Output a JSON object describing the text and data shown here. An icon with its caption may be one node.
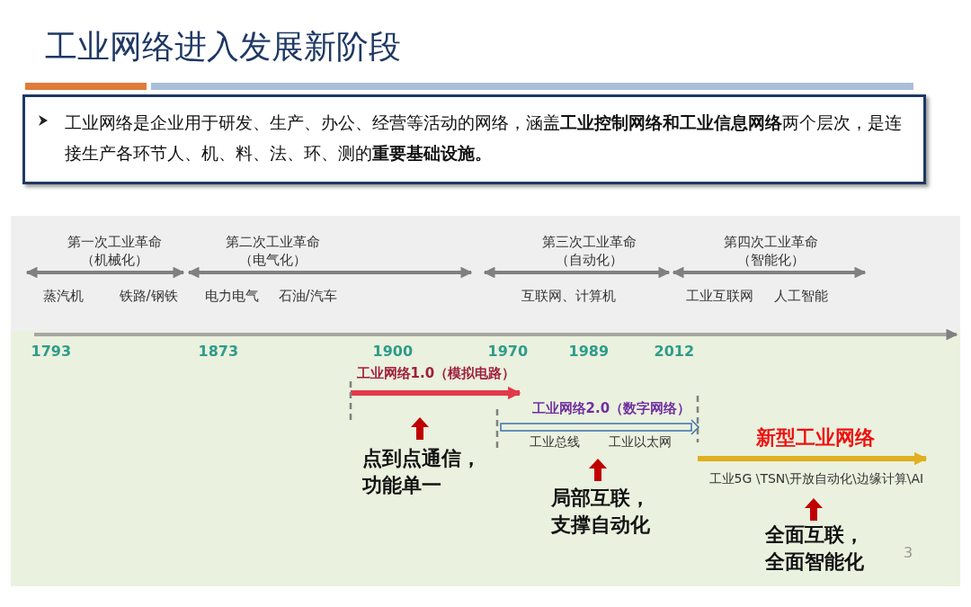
{
  "diagram": {
    "title": "工业网络进入发展新阶段",
    "nodes": [
      {
        "text": [
          "工业网络是企业用于研发、生产、办公、经营等活动的网络，涵盖**工业控制网络和工业信息网络**两个层次，是连接生产各环节人、机、料、法、环、测的**重要基础设施。**"
        ]
      }
    ],
    "edges": [],
    "labels": [
      "第一次工业革命（机械化）",
      "第二次工业革命（电气化）",
      "第三次工业革命（自动化）",
      "第四次工业革命（智能化）",
      "蒸汽机",
      "铁路/钢铁",
      "电力电气",
      "石油/汽车",
      "互联网、计算机",
      "工业互联网",
      "人工智能",
      "1793",
      "1873",
      "1900",
      "1970",
      "1989",
      "2012",
      "工业网络1.0（模拟电路）",
      "工业网络2.0（数字网络）",
      "工业总线",
      "工业以太网",
      "新型工业网络",
      "工业5G \\TSN\\开放自动化\\边缘计算\\AI",
      "点到点通信，功能单一",
      "局部互联，支撑自动化",
      "全面互联，全面智能化",
      "3"
    ]
  }
}
